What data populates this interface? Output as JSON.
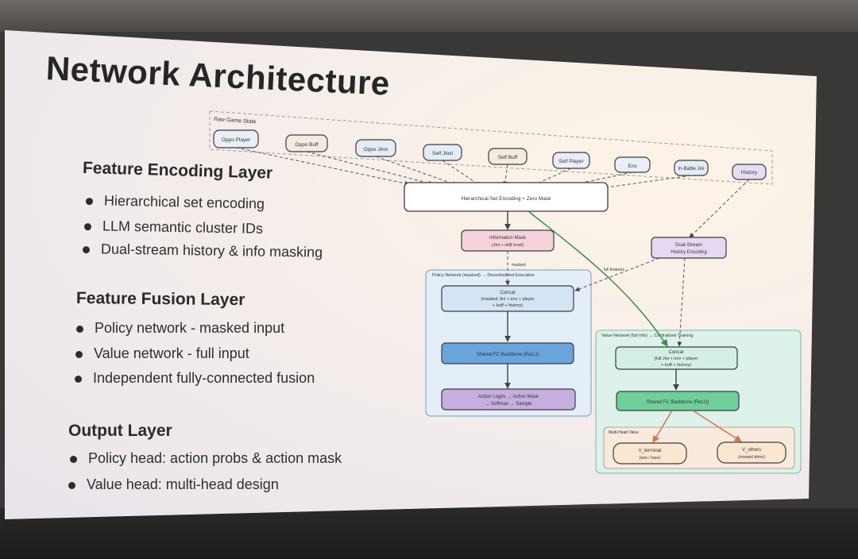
{
  "slide": {
    "title": "Network Architecture",
    "sections": [
      {
        "heading": "Feature Encoding Layer",
        "bullets": [
          "Hierarchical set encoding",
          "LLM semantic cluster IDs",
          "Dual-stream history & info masking"
        ]
      },
      {
        "heading": "Feature Fusion Layer",
        "bullets": [
          "Policy network - masked input",
          "Value network - full input",
          "Independent fully-connected fusion"
        ]
      },
      {
        "heading": "Output Layer",
        "bullets": [
          "Policy head: action probs & action mask",
          "Value head: multi-head design"
        ]
      }
    ]
  },
  "diagram": {
    "raw_state_label": "Raw Game State",
    "inputs": [
      "Oppo Player",
      "Oppo Buff",
      "Oppo Jinxi",
      "Self Jinxi",
      "Self Buff",
      "Self Player",
      "Env",
      "In-Battle Jini",
      "History"
    ],
    "encoder": "Hierarchical Set Encoding + Zero Mask",
    "info_mask": [
      "Information Mask",
      "(Jini + skill level)"
    ],
    "dual_stream": [
      "Dual-Stream",
      "History Encoding"
    ],
    "edge_masked": "masked",
    "edge_full": "full features",
    "policy_group": "Policy Network (masked) → Decentralized Execution",
    "policy_concat": [
      "Concat",
      "(masked Jini + env + player",
      "+ buff + history)"
    ],
    "policy_backbone": "Shared FC Backbone (ReLU)",
    "policy_head": [
      "Action Logits → Action Mask",
      "→ Softmax → Sample"
    ],
    "value_group": "Value Network (full info) → Centralized Training",
    "value_concat": [
      "Concat",
      "(full Jini + env + player",
      "+ buff + history)"
    ],
    "value_backbone": "Shared FC Backbone (ReLU)",
    "multihead_label": "Multi-Head Value",
    "v_terminal": [
      "V_terminal",
      "(win / lose)"
    ],
    "v_others": [
      "V_others",
      "(reward dims)"
    ]
  },
  "colors": {
    "info_mask_fill": "#f6d3dc",
    "dual_stream_fill": "#e6d8f2",
    "policy_group_fill": "#e4eef8",
    "concat_fill": "#d3e4f4",
    "policy_backbone_fill": "#6aa4dc",
    "policy_head_fill": "#c8aee0",
    "value_group_fill": "#ddf2ea",
    "value_concat_fill": "#d3efe3",
    "value_backbone_fill": "#6fcf98",
    "multihead_fill": "#f8eadf",
    "v_node_fill": "#fbe6d0",
    "green_edge": "#3e8b4a",
    "orange_edge": "#d8744a"
  }
}
